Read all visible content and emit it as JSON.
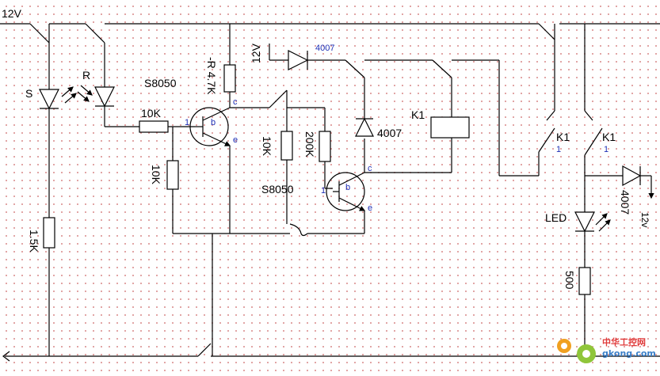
{
  "labels": {
    "v12_top": "12V",
    "v12_diode_supply": "12V",
    "v12_output": "12v",
    "photo_s": "S",
    "photo_r": "R",
    "t1_part": "S8050",
    "t2_part": "S8050",
    "r_4k7": "-R  4.7K",
    "r_10k_h": "10K",
    "r_10k_v1": "10K",
    "r_10k_v2": "10K",
    "r_200k": "200K",
    "r_1_5k": "1.5K",
    "r_500": "500",
    "d_top": "4007",
    "d_flyback": "4007",
    "d_out": "4007",
    "relay": "K1",
    "contact_a": "K1",
    "contact_b": "K1",
    "contact_a_pin": "1",
    "contact_b_pin": "1",
    "led": "LED",
    "t1_b": "b",
    "t1_c": "c",
    "t1_e": "e",
    "t1_pin": "1",
    "t2_b": "b",
    "t2_c": "c",
    "t2_e": "e",
    "t2_pin": "1"
  },
  "watermark": {
    "cn": "中华工控网",
    "url": "gkong.com"
  },
  "colors": {
    "grid_dot": "#d98c8c",
    "wire": "#000000",
    "pin_label": "#1e2fb5",
    "watermark_gear": "#f0a020"
  }
}
